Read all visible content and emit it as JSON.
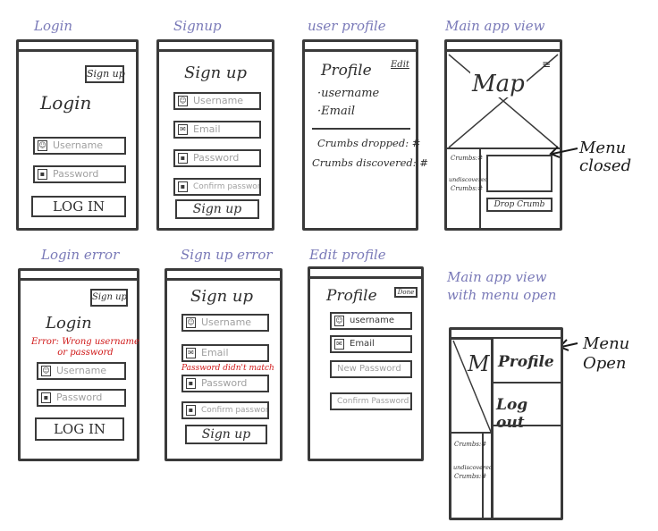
{
  "colors": {
    "ink": "#3a3a3a",
    "caption": "#7a7ab8",
    "error": "#d01818"
  },
  "captions": {
    "login": "Login",
    "signup": "Signup",
    "user_profile": "user profile",
    "main_app": "Main app view",
    "login_error": "Login error",
    "signup_error": "Sign up error",
    "edit_profile": "Edit profile",
    "main_app_menu": "Main app view\nwith menu open"
  },
  "login": {
    "signup_button": "Sign up",
    "title": "Login",
    "username": "Username",
    "password": "Password",
    "login_button": "LOG IN"
  },
  "signup": {
    "title": "Sign up",
    "username": "Username",
    "email": "Email",
    "password": "Password",
    "confirm": "Confirm password",
    "signup_button": "Sign up"
  },
  "profile": {
    "title": "Profile",
    "edit": "Edit",
    "username": "·username",
    "email": "·Email",
    "crumbs_dropped": "Crumbs dropped: #",
    "crumbs_discovered": "Crumbs discovered: #"
  },
  "main": {
    "map": "Map",
    "menu_icon": "hamburger-icon",
    "crumbs_label": "Crumbs:#",
    "crumbs_discovered": "undiscovered",
    "crumbs_count": "Crumbs:#",
    "drop_button": "Drop Crumb"
  },
  "notes": {
    "menu_closed": "Menu\nclosed",
    "menu_open": "Menu\nOpen"
  },
  "login_err": {
    "signup_button": "Sign up",
    "title": "Login",
    "error": "Error: Wrong username\nor password",
    "username": "Username",
    "password": "Password",
    "login_button": "LOG IN"
  },
  "signup_err": {
    "title": "Sign up",
    "username": "Username",
    "email": "Email",
    "error": "Password didn't match",
    "password": "Password",
    "confirm": "Confirm password",
    "signup_button": "Sign up"
  },
  "edit_profile": {
    "title": "Profile",
    "done": "Done",
    "username": "username",
    "email": "Email",
    "new_password": "New Password",
    "confirm_password": "Confirm Password"
  },
  "menu_open": {
    "profile": "Profile",
    "logout": "Log out",
    "crumbs_label": "Crumbs:#",
    "crumbs_discovered": "undiscovered",
    "crumbs_count": "Crumbs:#"
  }
}
